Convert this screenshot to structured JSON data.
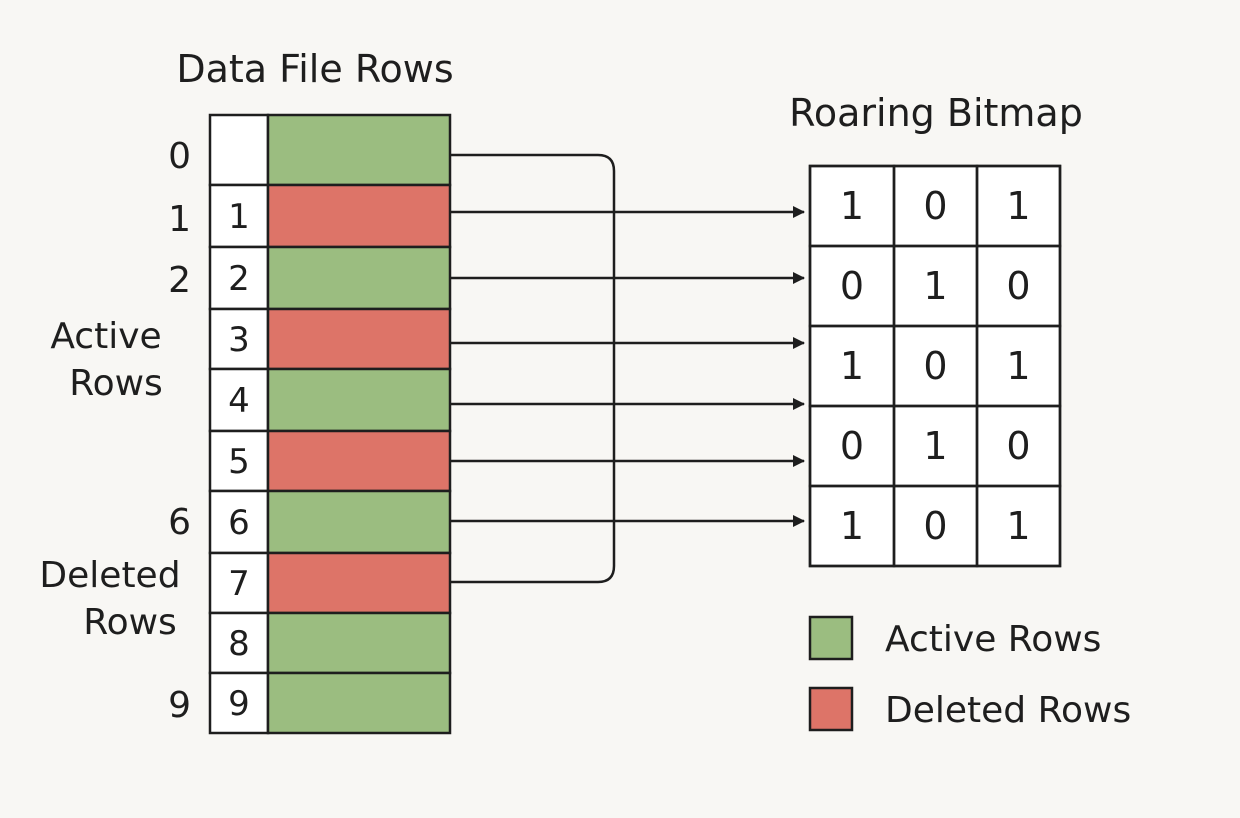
{
  "left_title": "Data File Rows",
  "right_title": "Roaring Bitmap",
  "outer_row_labels": [
    "0",
    "1",
    "2",
    "",
    "",
    "",
    "6",
    "",
    "",
    "9"
  ],
  "side_labels": {
    "active_line1": "Active",
    "active_line2": "Rows",
    "deleted_line1": "Deleted",
    "deleted_line2": "Rows"
  },
  "rows": [
    {
      "index": "",
      "status": "active"
    },
    {
      "index": "1",
      "status": "deleted"
    },
    {
      "index": "2",
      "status": "active"
    },
    {
      "index": "3",
      "status": "deleted"
    },
    {
      "index": "4",
      "status": "active"
    },
    {
      "index": "5",
      "status": "deleted"
    },
    {
      "index": "6",
      "status": "active"
    },
    {
      "index": "7",
      "status": "deleted"
    },
    {
      "index": "8",
      "status": "active"
    },
    {
      "index": "9",
      "status": "active"
    }
  ],
  "bitmap": [
    [
      "1",
      "0",
      "1"
    ],
    [
      "0",
      "1",
      "0"
    ],
    [
      "1",
      "0",
      "1"
    ],
    [
      "0",
      "1",
      "0"
    ],
    [
      "1",
      "0",
      "1"
    ]
  ],
  "legend": [
    {
      "label": "Active Rows",
      "status": "active"
    },
    {
      "label": "Deleted Rows",
      "status": "deleted"
    }
  ],
  "colors": {
    "active": "#9bbd80",
    "deleted": "#dd7468",
    "line": "#1e1e1e",
    "background": "#f8f7f4"
  }
}
